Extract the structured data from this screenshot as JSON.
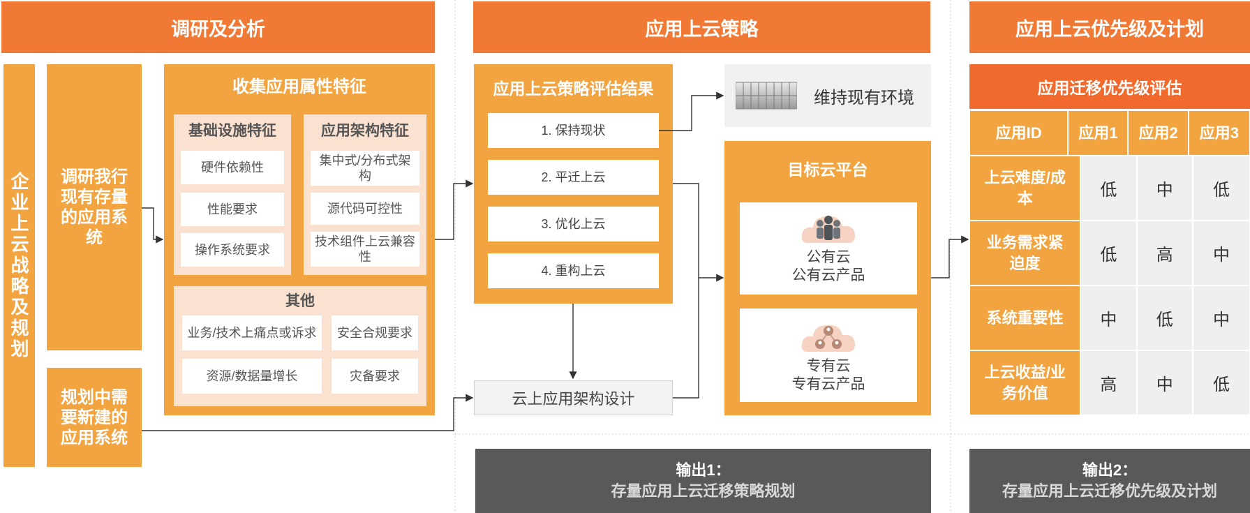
{
  "headers": {
    "research": "调研及分析",
    "strategy": "应用上云策略",
    "priority": "应用上云优先级及计划"
  },
  "left": {
    "vertical_label": "企业上云战略及规划",
    "existing_apps": "调研我行现有存量的应用系统",
    "new_apps": "规划中需要新建的应用系统"
  },
  "collect": {
    "title": "收集应用属性特征",
    "infra": {
      "title": "基础设施特征",
      "items": [
        "硬件依赖性",
        "性能要求",
        "操作系统要求"
      ]
    },
    "arch": {
      "title": "应用架构特征",
      "items": [
        "集中式/分布式架构",
        "源代码可控性",
        "技术组件上云兼容性"
      ]
    },
    "other": {
      "title": "其他",
      "items": [
        "业务/技术上痛点或诉求",
        "安全合规要求",
        "资源/数据量增长",
        "灾备要求"
      ]
    }
  },
  "strategy": {
    "eval_title": "应用上云策略评估结果",
    "options": [
      "1. 保持现状",
      "2. 平迁上云",
      "3. 优化上云",
      "4. 重构上云"
    ],
    "keep_env": "维持现有环境",
    "cloud_design": "云上应用架构设计",
    "target": {
      "title": "目标云平台",
      "public": {
        "line1": "公有云",
        "line2": "公有云产品"
      },
      "private": {
        "line1": "专有云",
        "line2": "专有云产品"
      }
    }
  },
  "priority": {
    "title": "应用迁移优先级评估",
    "columns": [
      "应用ID",
      "应用1",
      "应用2",
      "应用3"
    ],
    "rows": [
      {
        "label": "上云难度/成本",
        "values": [
          "低",
          "中",
          "低"
        ]
      },
      {
        "label": "业务需求紧迫度",
        "values": [
          "低",
          "高",
          "中"
        ]
      },
      {
        "label": "系统重要性",
        "values": [
          "中",
          "低",
          "中"
        ]
      },
      {
        "label": "上云收益/业务价值",
        "values": [
          "高",
          "中",
          "低"
        ]
      }
    ]
  },
  "outputs": {
    "out1": {
      "line1": "输出1：",
      "line2": "存量应用上云迁移策略规划"
    },
    "out2": {
      "line1": "输出2：",
      "line2": "存量应用上云迁移优先级及计划"
    }
  },
  "colors": {
    "header": "#f07a35",
    "orange": "#f2a440",
    "peach": "#fbe2d0",
    "priority_title": "#f06a2e",
    "output": "#595959"
  }
}
